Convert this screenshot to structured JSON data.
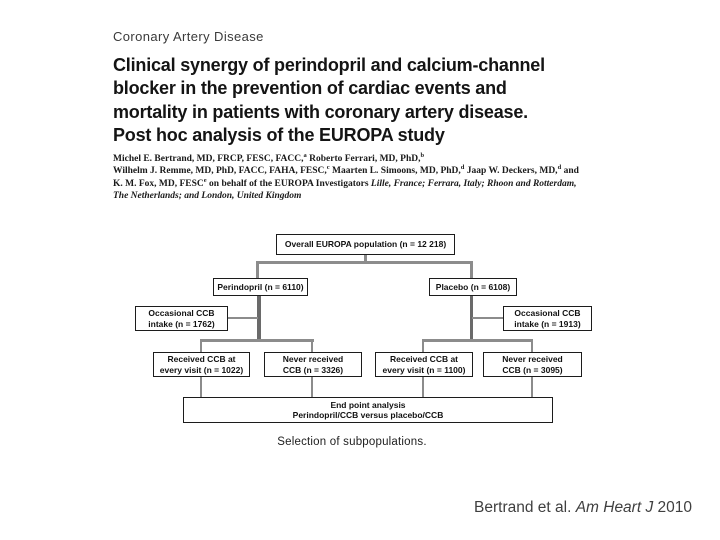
{
  "slide": {
    "kicker": "Coronary Artery Disease",
    "title_lines": [
      "Clinical synergy of perindopril and calcium-channel",
      "blocker in the prevention of cardiac events and",
      "mortality in patients with coronary artery disease.",
      "Post hoc analysis of the EUROPA study"
    ],
    "citation": {
      "prefix": "Bertrand et al. ",
      "journal": "Am Heart J",
      "suffix": " 2010"
    }
  },
  "authors": {
    "lines": [
      [
        {
          "t": "Michel E. Bertrand, MD, FRCP, FESC, FACC,"
        },
        {
          "t": "a",
          "sup": true
        },
        {
          "t": " Roberto Ferrari, MD, PhD,"
        },
        {
          "t": "b",
          "sup": true
        }
      ],
      [
        {
          "t": "Wilhelm J. Remme, MD, PhD, FACC, FAHA, FESC,"
        },
        {
          "t": "c",
          "sup": true
        },
        {
          "t": " Maarten L. Simoons, MD, PhD,"
        },
        {
          "t": "d",
          "sup": true
        },
        {
          "t": " Jaap W. Deckers, MD,"
        },
        {
          "t": "d",
          "sup": true
        },
        {
          "t": " and"
        }
      ],
      [
        {
          "t": "K. M. Fox, MD, FESC"
        },
        {
          "t": "e",
          "sup": true
        },
        {
          "t": " on behalf of the EUROPA Investigators "
        },
        {
          "t": "Lille, France; Ferrara, Italy; Rhoon and Rotterdam,",
          "italic": true
        }
      ],
      [
        {
          "t": "The Netherlands; and London, United Kingdom",
          "italic": true
        }
      ]
    ]
  },
  "figure": {
    "caption": "Selection of subpopulations.",
    "boxes": {
      "overall": {
        "lines": [
          "Overall EUROPA population (n = 12 218)"
        ]
      },
      "perindopril": {
        "lines": [
          "Perindopril (n = 6110)"
        ]
      },
      "placebo": {
        "lines": [
          "Placebo (n = 6108)"
        ]
      },
      "occ_left": {
        "lines": [
          "Occasional CCB",
          "intake (n = 1762)"
        ]
      },
      "occ_right": {
        "lines": [
          "Occasional CCB",
          "intake (n = 1913)"
        ]
      },
      "received_left": {
        "lines": [
          "Received CCB at",
          "every visit (n = 1022)"
        ]
      },
      "never_left": {
        "lines": [
          "Never received",
          "CCB (n = 3326)"
        ]
      },
      "received_right": {
        "lines": [
          "Received CCB at",
          "every visit (n = 1100)"
        ]
      },
      "never_right": {
        "lines": [
          "Never received",
          "CCB (n = 3095)"
        ]
      },
      "endpoint": {
        "lines": [
          "End point analysis",
          "Perindopril/CCB versus placebo/CCB"
        ]
      }
    }
  },
  "colors": {
    "line_gray": "#8c8c8c",
    "line_dark": "#6a6a6a",
    "box_border": "#1c1c1c",
    "citation_gray": "#3f3f3f"
  }
}
